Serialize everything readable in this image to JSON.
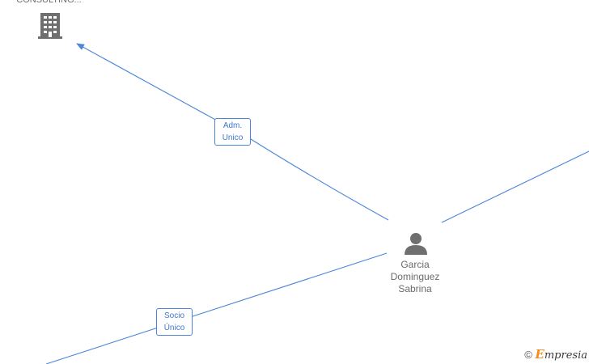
{
  "nodes": {
    "company": {
      "label": "CONSULTING..."
    },
    "person": {
      "label_lines": [
        "Garcia",
        "Dominguez",
        "Sabrina"
      ]
    }
  },
  "edges": {
    "admin": {
      "label_lines": [
        "Adm.",
        "Unico"
      ]
    },
    "socio": {
      "label_lines": [
        "Socio",
        "Único"
      ]
    }
  },
  "watermark": {
    "copyright": "©",
    "brand_initial": "E",
    "brand_rest": "mpresia"
  },
  "colors": {
    "edge": "#4a86d9",
    "icon": "#6f6f6f",
    "brand_accent": "#f28c1a"
  }
}
